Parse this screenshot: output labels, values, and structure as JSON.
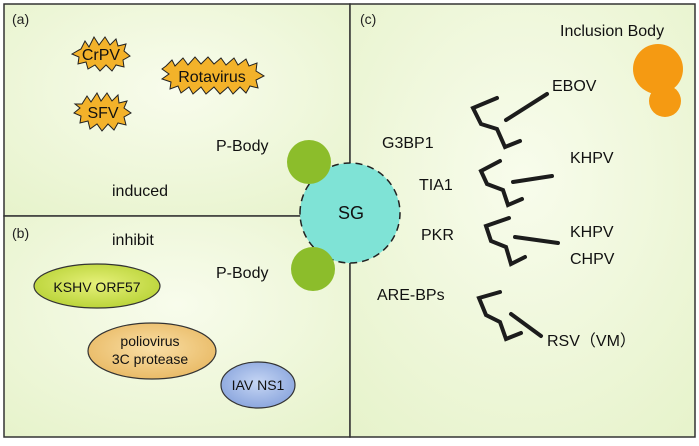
{
  "panels": {
    "a": {
      "label": "(a)",
      "viruses": [
        "CrPV",
        "Rotavirus",
        "SFV"
      ],
      "pbody_label": "P-Body",
      "status": "induced"
    },
    "b": {
      "label": "(b)",
      "status": "inhibit",
      "pbody_label": "P-Body",
      "inhibitors": [
        "KSHV ORF57",
        "poliovirus",
        "3C protease",
        "IAV NS1"
      ]
    },
    "c": {
      "label": "(c)",
      "inclusion_body_label": "Inclusion Body",
      "proteins": [
        "G3BP1",
        "TIA1",
        "PKR",
        "ARE-BPs"
      ],
      "viruses": [
        "EBOV",
        "KHPV",
        "KHPV",
        "CHPV",
        "RSV（VM）"
      ]
    }
  },
  "center": {
    "sg_label": "SG"
  },
  "colors": {
    "panel_fill": "#eef7d8",
    "virus_fill": "#f3b22a",
    "pbody_fill": "#8cbd2b",
    "sg_fill": "#7fe3d6",
    "inclusion_fill": "#f59a12",
    "ksv_fill": "#cfe34a",
    "polio_fill": "#f1cb7c",
    "iav_fill": "#9fb7e6"
  }
}
